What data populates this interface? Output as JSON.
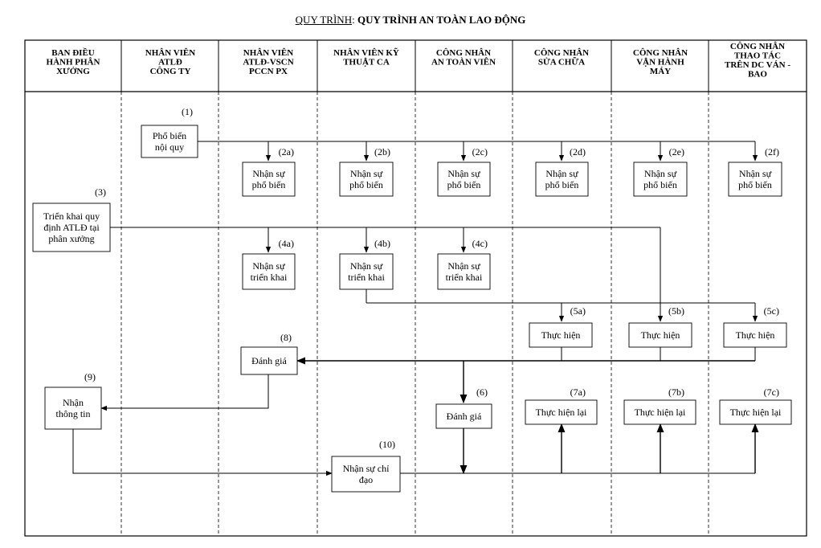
{
  "title": {
    "prefix": "QUY TRÌNH",
    "separator": ": ",
    "main": "QUY TRÌNH AN TOÀN LAO ĐỘNG"
  },
  "columns": [
    {
      "lines": [
        "BAN ĐIỀU",
        "HÀNH PHÂN",
        "XƯỞNG"
      ]
    },
    {
      "lines": [
        "NHÂN VIÊN",
        "ATLĐ",
        "CÔNG TY"
      ]
    },
    {
      "lines": [
        "NHÂN VIÊN",
        "ATLĐ-VSCN",
        "PCCN PX"
      ]
    },
    {
      "lines": [
        "NHÂN VIÊN KỸ",
        "THUẬT CA"
      ]
    },
    {
      "lines": [
        "CÔNG NHÂN",
        "AN TOÀN VIÊN"
      ]
    },
    {
      "lines": [
        "CÔNG NHÂN",
        "SỬA CHỮA"
      ]
    },
    {
      "lines": [
        "CÔNG NHÂN",
        "VẬN HÀNH",
        "MÁY"
      ]
    },
    {
      "lines": [
        "CÔNG NHÂN",
        "THAO TÁC",
        "TRÊN DC VÁN -",
        "BAO"
      ]
    }
  ],
  "nodes": [
    {
      "id": "n1",
      "step": "(1)",
      "lines": [
        "Phổ biến",
        "nội quy"
      ]
    },
    {
      "id": "n2a",
      "step": "(2a)",
      "lines": [
        "Nhận sự",
        "phổ biến"
      ]
    },
    {
      "id": "n2b",
      "step": "(2b)",
      "lines": [
        "Nhận sự",
        "phổ biến"
      ]
    },
    {
      "id": "n2c",
      "step": "(2c)",
      "lines": [
        "Nhận sự",
        "phổ biến"
      ]
    },
    {
      "id": "n2d",
      "step": "(2d)",
      "lines": [
        "Nhận sự",
        "phổ biến"
      ]
    },
    {
      "id": "n2e",
      "step": "(2e)",
      "lines": [
        "Nhận sự",
        "phổ biến"
      ]
    },
    {
      "id": "n2f",
      "step": "(2f)",
      "lines": [
        "Nhận sự",
        "phổ biến"
      ]
    },
    {
      "id": "n3",
      "step": "(3)",
      "lines": [
        "Triển khai quy",
        "định ATLĐ tại",
        "phân xưởng"
      ]
    },
    {
      "id": "n4a",
      "step": "(4a)",
      "lines": [
        "Nhận sự",
        "triển khai"
      ]
    },
    {
      "id": "n4b",
      "step": "(4b)",
      "lines": [
        "Nhận sự",
        "triển khai"
      ]
    },
    {
      "id": "n4c",
      "step": "(4c)",
      "lines": [
        "Nhận sự",
        "triển khai"
      ]
    },
    {
      "id": "n5a",
      "step": "(5a)",
      "lines": [
        "Thực hiện"
      ]
    },
    {
      "id": "n5b",
      "step": "(5b)",
      "lines": [
        "Thực hiện"
      ]
    },
    {
      "id": "n5c",
      "step": "(5c)",
      "lines": [
        "Thực hiện"
      ]
    },
    {
      "id": "n6",
      "step": "(6)",
      "lines": [
        "Đánh giá"
      ]
    },
    {
      "id": "n7a",
      "step": "(7a)",
      "lines": [
        "Thực hiện lại"
      ]
    },
    {
      "id": "n7b",
      "step": "(7b)",
      "lines": [
        "Thực hiện lại"
      ]
    },
    {
      "id": "n7c",
      "step": "(7c)",
      "lines": [
        "Thực hiện lại"
      ]
    },
    {
      "id": "n8",
      "step": "(8)",
      "lines": [
        "Đánh giá"
      ]
    },
    {
      "id": "n9",
      "step": "(9)",
      "lines": [
        "Nhận",
        "thông tin"
      ]
    },
    {
      "id": "n10",
      "step": "(10)",
      "lines": [
        "Nhận sự chỉ",
        "đạo"
      ]
    }
  ]
}
